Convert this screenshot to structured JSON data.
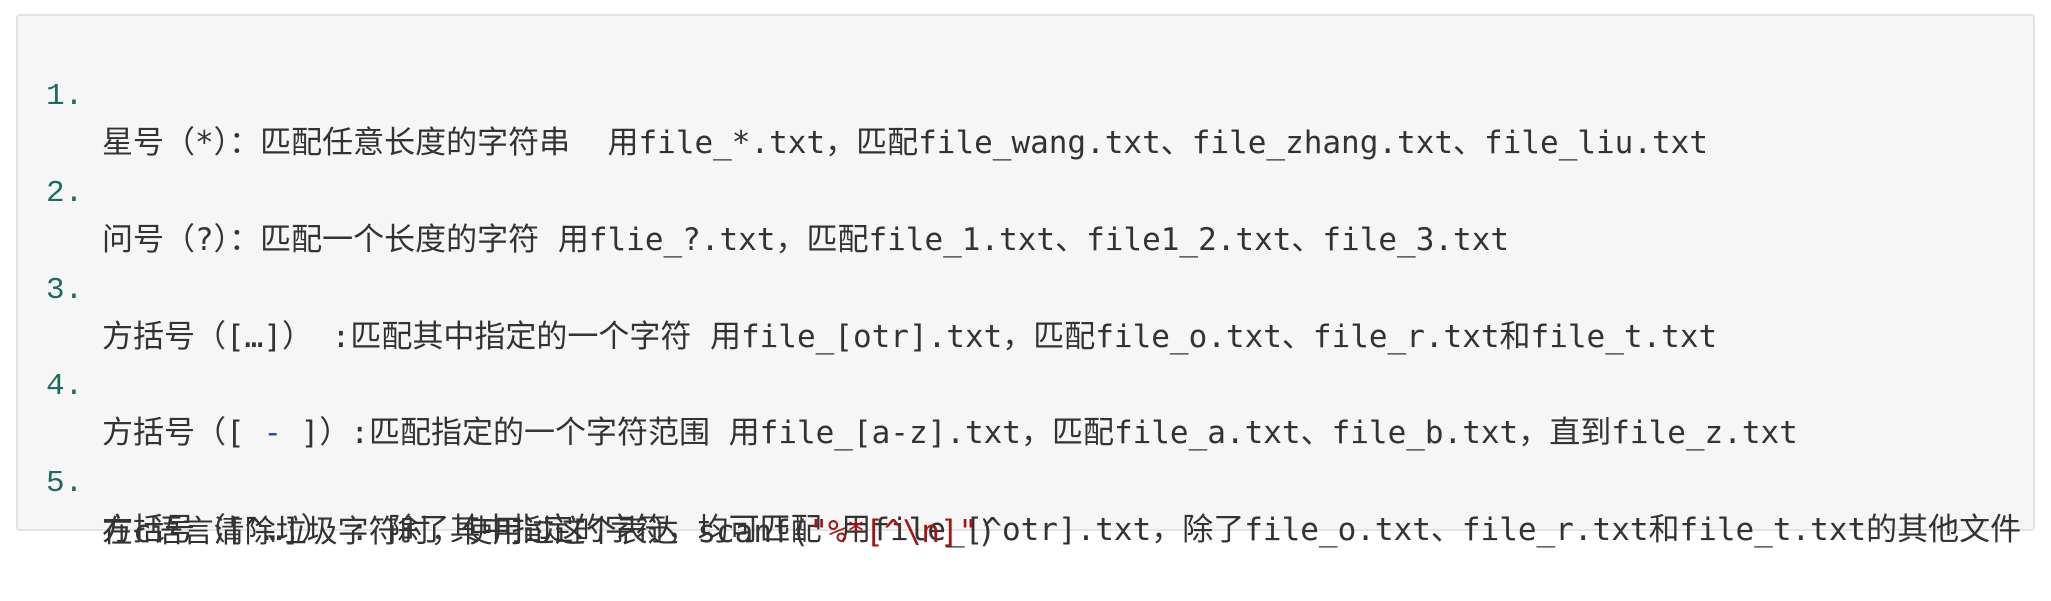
{
  "items": [
    {
      "number": "1.",
      "text": "星号（*）：匹配任意长度的字符串  用file_*.txt，匹配file_wang.txt、file_zhang.txt、file_liu.txt"
    },
    {
      "number": "2.",
      "text": "问号（?）：匹配一个长度的字符 用flie_?.txt，匹配file_1.txt、file1_2.txt、file_3.txt"
    },
    {
      "number": "3.",
      "text": "方括号（[…]） :匹配其中指定的一个字符 用file_[otr].txt，匹配file_o.txt、file_r.txt和file_t.txt"
    },
    {
      "number": "4.",
      "text_before": "方括号（[ ",
      "text_dash": "-",
      "text_after": " ]）:匹配指定的一个字符范围 用file_[a-z].txt，匹配file_a.txt、file_b.txt，直到file_z.txt"
    },
    {
      "number": "5.",
      "text": "方括号（[^…]） : 除了其中指定的字符，均可匹配 用file_[^otr].txt，除了file_o.txt、file_r.txt和file_t.txt的其他文件",
      "continuation_prefix": "在c语言清除垃圾字符时，使用过这个表达 scanf(",
      "continuation_string": "\"%*[^\\n]\"",
      "continuation_suffix": ")"
    }
  ]
}
